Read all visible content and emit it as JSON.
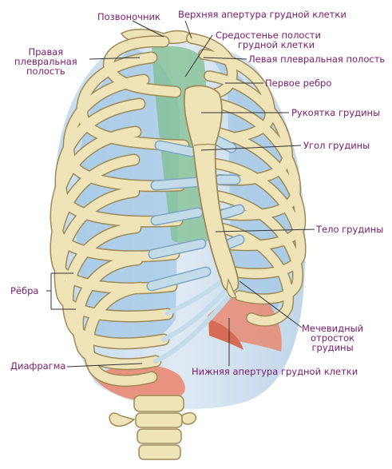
{
  "colors": {
    "label_text": "#7a1a70",
    "leader_line": "#333333",
    "bone": "#efe3b8",
    "bone_edge": "#9d8a56",
    "cartilage": "#c2dcea",
    "pleura": "#9fc6e6",
    "mediastinum": "#7fbf8f",
    "diaphragm": "#e98a72"
  },
  "labels": {
    "vertebra": "Позвоночник",
    "upper_aperture": "Верхняя апертура грудной клетки",
    "mediastinum_line1": "Средостенье полости",
    "mediastinum_line2": "грудной клетки",
    "right_pleura_line1": "Правая",
    "right_pleura_line2": "плевральная",
    "right_pleura_line3": "полость",
    "left_pleura": "Левая плевральная полость",
    "first_rib": "Первое ребро",
    "manubrium": "Рукоятка грудины",
    "sternal_angle": "Угол грудины",
    "sternum_body": "Тело грудины",
    "ribs": "Рёбра",
    "xiphoid_line1": "Мечевидный",
    "xiphoid_line2": "отросток",
    "xiphoid_line3": "грудины",
    "diaphragm": "Диафрагма",
    "lower_aperture": "Нижняя апертура грудной клетки"
  }
}
